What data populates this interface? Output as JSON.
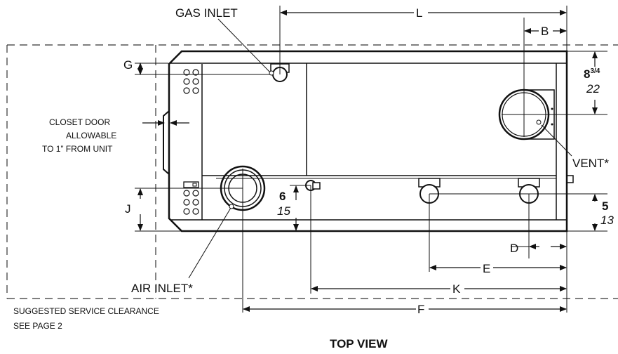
{
  "labels": {
    "gas_inlet": "GAS INLET",
    "vent": "VENT*",
    "air_inlet": "AIR INLET*",
    "closet_door": [
      "CLOSET DOOR",
      "ALLOWABLE",
      "TO 1” FROM UNIT"
    ],
    "service_clearance": [
      "SUGGESTED SERVICE CLEARANCE",
      "SEE PAGE 2"
    ],
    "view_title": "TOP VIEW"
  },
  "dimensions": {
    "L": "L",
    "B": "B",
    "G": "G",
    "J": "J",
    "D": "D",
    "E": "E",
    "K": "K",
    "F": "F",
    "vent_offset": {
      "whole": "8",
      "fraction": "3/4",
      "metric": "22"
    },
    "air_inlet_offset": {
      "whole": "6",
      "metric": "15"
    },
    "right_offset": {
      "whole": "5",
      "metric": "13"
    }
  }
}
